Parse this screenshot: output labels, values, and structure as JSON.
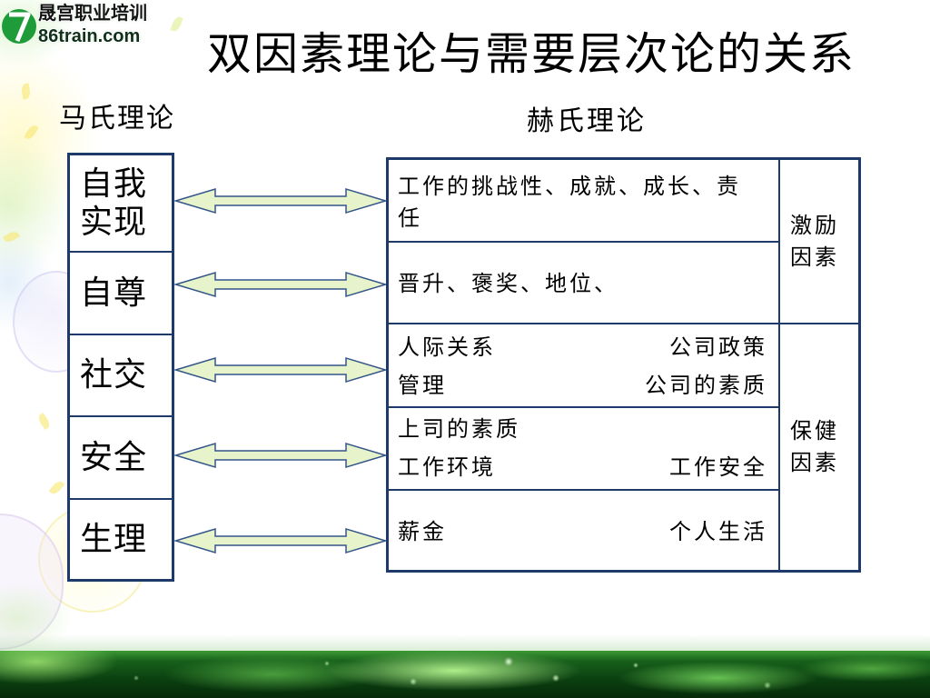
{
  "logo": {
    "name": "晟宫职业培训",
    "url_text": "86train.com",
    "icon": "logo-swoosh-icon"
  },
  "title": "双因素理论与需要层次论的关系",
  "maslow": {
    "heading": "马氏理论",
    "levels": [
      "自我实现",
      "自尊",
      "社交",
      "安全",
      "生理"
    ]
  },
  "herzberg": {
    "heading": "赫氏理论",
    "groups": [
      {
        "label": "激励因素",
        "rows": [
          {
            "lines": [
              {
                "left": "工作的挑战性、成就、成长、责任"
              }
            ]
          },
          {
            "lines": [
              {
                "left": "晋升、褒奖、地位、"
              }
            ]
          }
        ]
      },
      {
        "label": "保健因素",
        "rows": [
          {
            "lines": [
              {
                "left": "人际关系",
                "right": "公司政策"
              },
              {
                "left": "管理",
                "right": "公司的素质"
              }
            ]
          },
          {
            "lines": [
              {
                "left": "上司的素质"
              },
              {
                "left": "工作环境",
                "right": "工作安全"
              }
            ]
          },
          {
            "lines": [
              {
                "left": "薪金",
                "right": "个人生活"
              }
            ]
          }
        ]
      }
    ]
  },
  "colors": {
    "table_border": "#1e3a6a",
    "arrow_fill": "#e6f3cb",
    "arrow_stroke": "#34558a",
    "logo_green": "#1f9c3a"
  }
}
